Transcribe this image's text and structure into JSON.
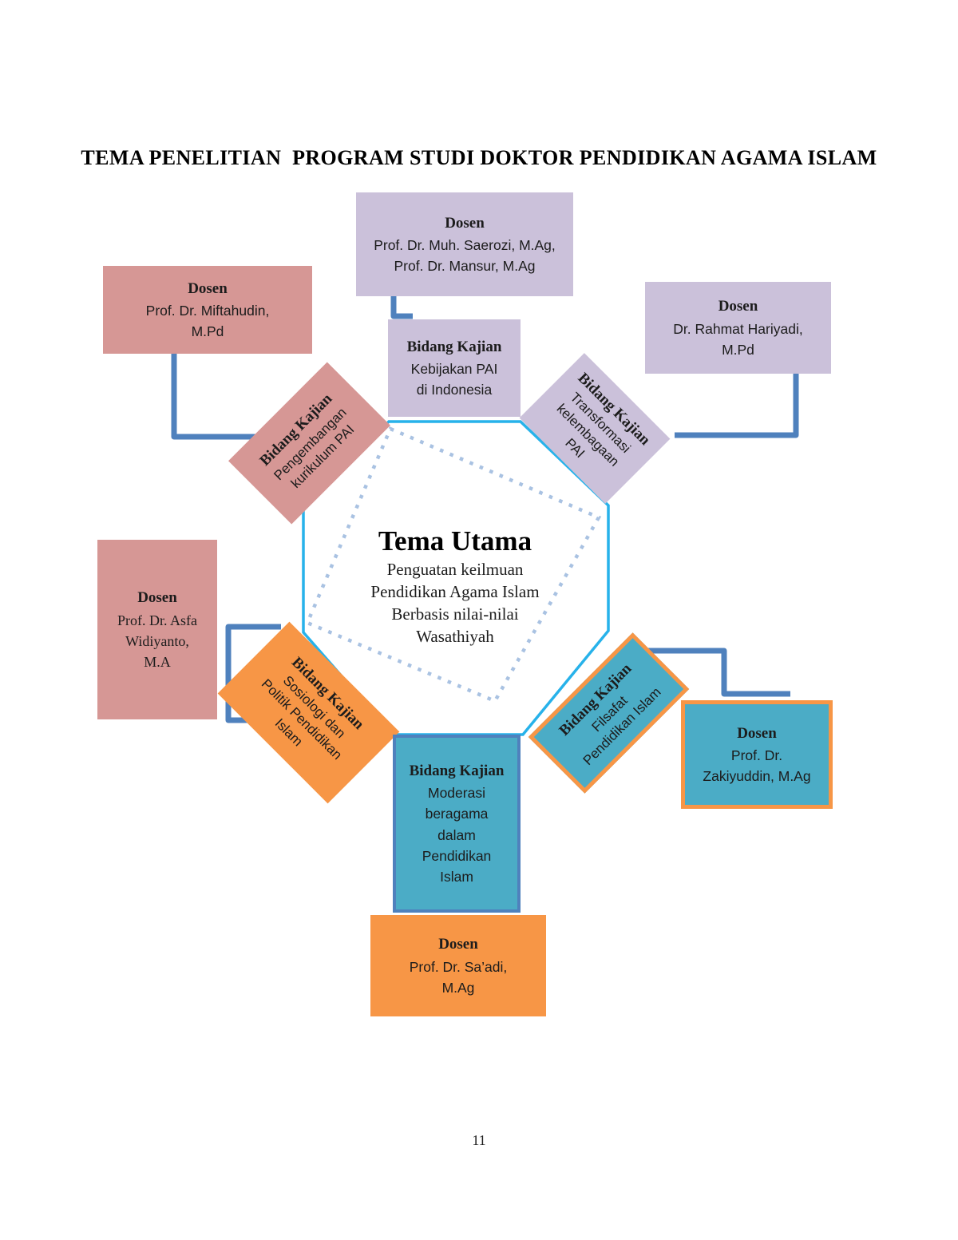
{
  "title": "TEMA PENELITIAN  PROGRAM STUDI DOKTOR PENDIDIKAN AGAMA ISLAM",
  "page_number": "11",
  "center": {
    "title": "Tema Utama",
    "lines": [
      "Penguatan keilmuan",
      "Pendidikan Agama Islam",
      "Berbasis nilai-nilai",
      "Wasathiyah"
    ]
  },
  "nodes": {
    "saerozi": {
      "heading": "Dosen",
      "lines": [
        "Prof. Dr. Muh. Saerozi, M.Ag,",
        "Prof. Dr. Mansur, M.Ag"
      ]
    },
    "miftahudin": {
      "heading": "Dosen",
      "lines": [
        "Prof. Dr. Miftahudin,",
        "M.Pd"
      ]
    },
    "hariyadi": {
      "heading": "Dosen",
      "lines": [
        "Dr. Rahmat Hariyadi,",
        "M.Pd"
      ]
    },
    "kebijakan": {
      "heading": "Bidang Kajian",
      "lines": [
        "Kebijakan PAI",
        "di Indonesia"
      ]
    },
    "pengembangan": {
      "heading": "Bidang Kajian",
      "lines": [
        "Pengembangan",
        "kurikulum PAI"
      ]
    },
    "transformasi": {
      "heading": "Bidang Kajian",
      "lines": [
        "Transformasi",
        "kelembagaan",
        "PAI"
      ]
    },
    "asfa": {
      "heading": "Dosen",
      "lines": [
        "Prof. Dr. Asfa",
        "Widiyanto,",
        "M.A"
      ]
    },
    "sosiologi": {
      "heading": "Bidang Kajian",
      "lines": [
        "Sosiologi dan",
        "Politik Pendidikan",
        "Islam"
      ]
    },
    "filsafat": {
      "heading": "Bidang Kajian",
      "lines": [
        "Filsafat",
        "Pendidikan Islam"
      ]
    },
    "zakiyuddin": {
      "heading": "Dosen",
      "lines": [
        "Prof. Dr.",
        "Zakiyuddin, M.Ag"
      ]
    },
    "moderasi": {
      "heading": "Bidang Kajian",
      "lines": [
        "Moderasi",
        "beragama",
        "dalam",
        "Pendidikan",
        "Islam"
      ]
    },
    "saadi": {
      "heading": "Dosen",
      "lines": [
        "Prof. Dr. Sa’adi,",
        "M.Ag"
      ]
    }
  },
  "colors": {
    "salmon": "#d69795",
    "lavender": "#cbc1da",
    "orange": "#f79646",
    "teal": "#4bacc6",
    "connector_blue": "#4f81bd",
    "outline_cyan": "#27b2ea",
    "dotted_blue": "#a9c2e2"
  }
}
